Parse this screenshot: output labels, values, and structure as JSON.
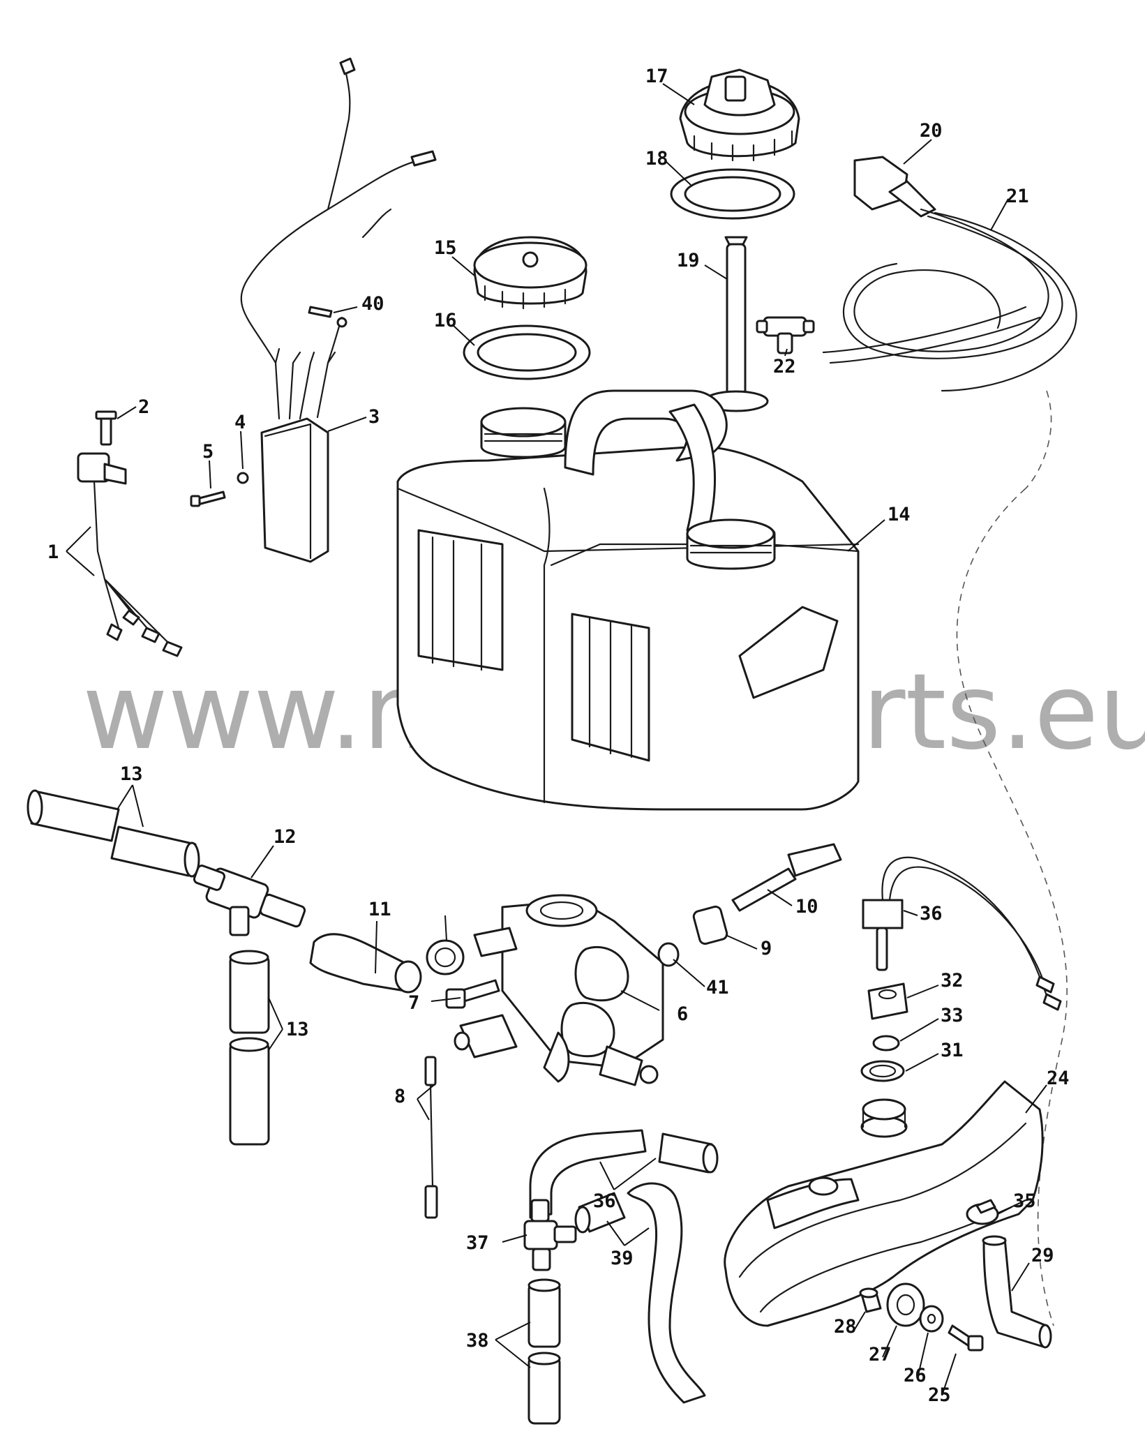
{
  "watermark": "www.marineparts.eu",
  "callouts": [
    "1",
    "2",
    "3",
    "4",
    "5",
    "6",
    "7",
    "8",
    "9",
    "10",
    "11",
    "12",
    "13",
    "13",
    "14",
    "15",
    "16",
    "17",
    "18",
    "19",
    "20",
    "21",
    "22",
    "24",
    "25",
    "26",
    "27",
    "28",
    "29",
    "31",
    "32",
    "33",
    "35",
    "36",
    "36",
    "37",
    "38",
    "39",
    "40",
    "41"
  ],
  "icons": [
    "fuel-tank",
    "oil-tank",
    "fuel-filler-cap",
    "fuel-gauge-cap",
    "fuel-line",
    "fuel-pump",
    "fuel-hose",
    "ignition-switch",
    "wiring-harness",
    "t-fitting"
  ]
}
